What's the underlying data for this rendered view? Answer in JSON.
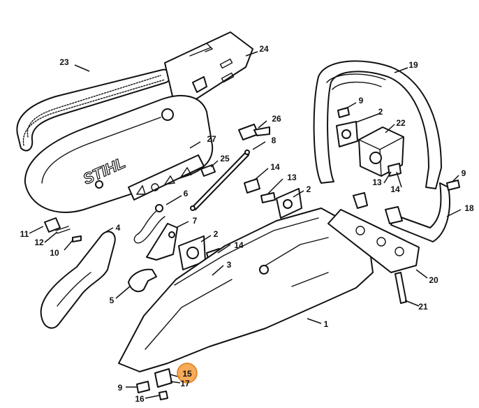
{
  "brand": "STIHL",
  "highlight_color": "#f39c3c",
  "callouts": [
    {
      "id": "c23",
      "label": "23"
    },
    {
      "id": "c24",
      "label": "24"
    },
    {
      "id": "c19",
      "label": "19"
    },
    {
      "id": "c9a",
      "label": "9"
    },
    {
      "id": "c2a",
      "label": "2"
    },
    {
      "id": "c22",
      "label": "22"
    },
    {
      "id": "c26",
      "label": "26"
    },
    {
      "id": "c27",
      "label": "27"
    },
    {
      "id": "c8",
      "label": "8"
    },
    {
      "id": "c25",
      "label": "25"
    },
    {
      "id": "c14a",
      "label": "14"
    },
    {
      "id": "c13a",
      "label": "13"
    },
    {
      "id": "c13b",
      "label": "13"
    },
    {
      "id": "c14b",
      "label": "14"
    },
    {
      "id": "c9b",
      "label": "9"
    },
    {
      "id": "c6",
      "label": "6"
    },
    {
      "id": "c2b",
      "label": "2"
    },
    {
      "id": "c18",
      "label": "18"
    },
    {
      "id": "c11",
      "label": "11"
    },
    {
      "id": "c4",
      "label": "4"
    },
    {
      "id": "c7",
      "label": "7"
    },
    {
      "id": "c12",
      "label": "12"
    },
    {
      "id": "c2c",
      "label": "2"
    },
    {
      "id": "c10",
      "label": "10"
    },
    {
      "id": "c14c",
      "label": "14"
    },
    {
      "id": "c3",
      "label": "3"
    },
    {
      "id": "c20",
      "label": "20"
    },
    {
      "id": "c5",
      "label": "5"
    },
    {
      "id": "c21",
      "label": "21"
    },
    {
      "id": "c1",
      "label": "1"
    },
    {
      "id": "c15",
      "label": "15",
      "highlighted": true
    },
    {
      "id": "c9c",
      "label": "9"
    },
    {
      "id": "c17",
      "label": "17"
    },
    {
      "id": "c16",
      "label": "16"
    }
  ]
}
